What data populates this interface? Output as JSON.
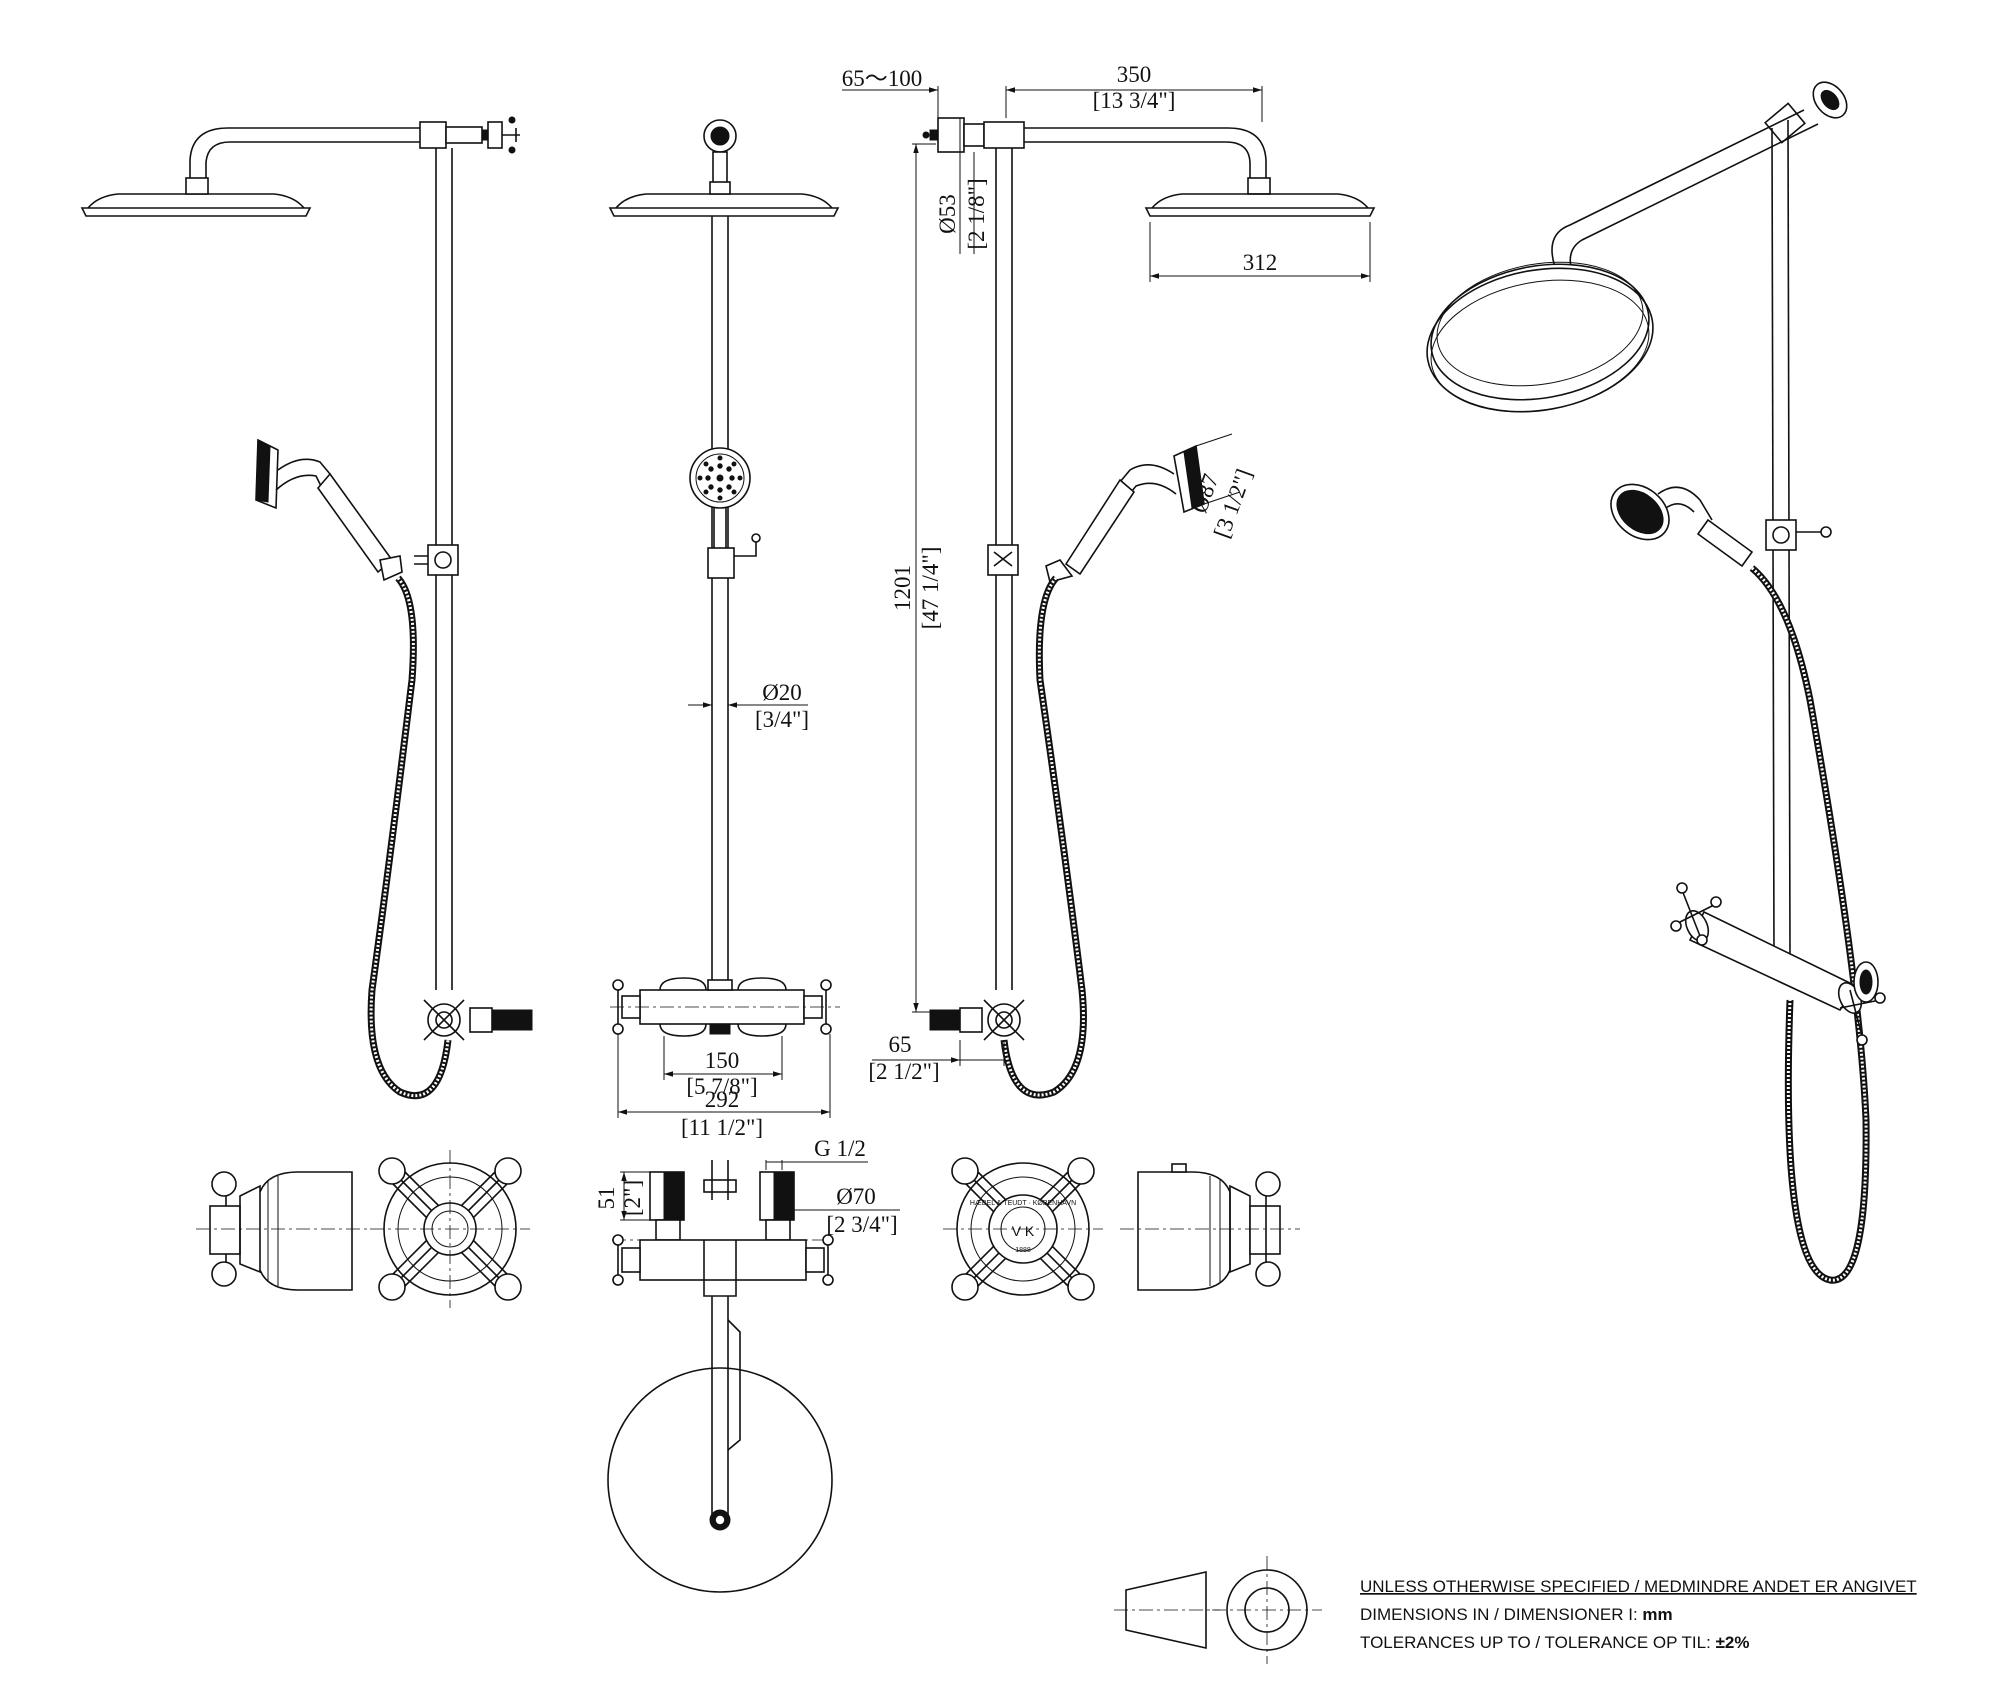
{
  "dimensions": {
    "offset": "65～100",
    "arm_length": "350",
    "arm_length_in": "[13 3/4\"]",
    "head_diameter": "312",
    "flange_diameter": "Ø53",
    "flange_diameter_in": "[2 1/8\"]",
    "height": "1201",
    "height_in": "[47 1/4\"]",
    "handshower_diameter": "Ø87",
    "handshower_diameter_in": "[3 1/2\"]",
    "riser_diameter": "Ø20",
    "riser_diameter_in": "[3/4\"]",
    "wall_offset": "65",
    "wall_offset_in": "[2 1/2\"]",
    "centers": "150",
    "centers_in": "[5 7/8\"]",
    "overall_width": "292",
    "overall_width_in": "[11 1/2\"]",
    "thread": "G 1/2",
    "escutcheon_diameter": "Ø70",
    "escutcheon_diameter_in": "[2 3/4\"]",
    "inlet_depth": "51",
    "inlet_depth_in": "[2\"]"
  },
  "handle_marking": {
    "ring_text": "HÆBEL & TEUDT · KØBENHAVN",
    "monogram": "V K",
    "year": "1888"
  },
  "notes": {
    "line1": "UNLESS OTHERWISE SPECIFIED / MEDMINDRE ANDET ER ANGIVET",
    "line2_prefix": "DIMENSIONS IN / DIMENSIONER I: ",
    "line2_unit": "mm",
    "line3_prefix": "TOLERANCES UP TO / TOLERANCE OP TIL: ",
    "line3_value": "±2%"
  }
}
